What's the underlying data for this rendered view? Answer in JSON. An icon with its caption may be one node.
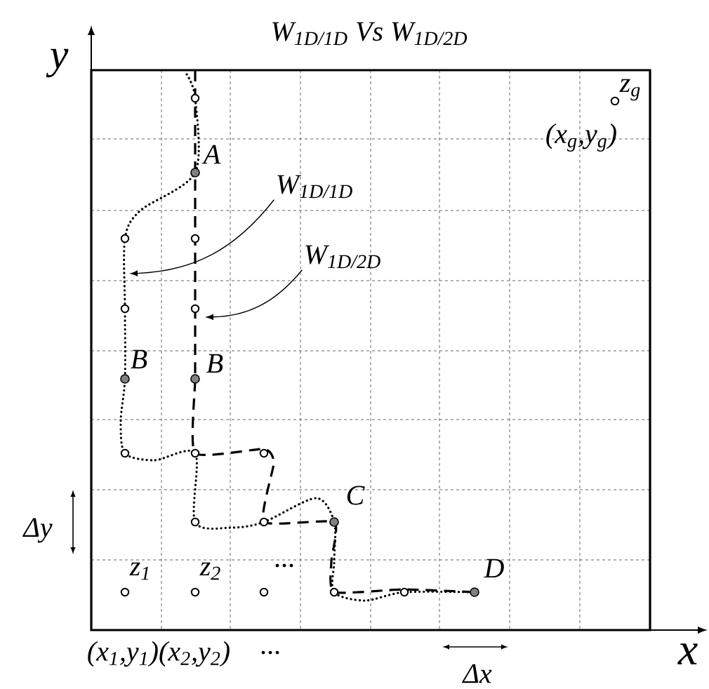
{
  "diagram": {
    "title": "W$_{1D/1D}$ Vs W$_{1D/2D}$",
    "nodes": [
      {
        "text": [
          "W$_{1D/1D}$"
        ]
      },
      {
        "text": [
          "W$_{1D/2D}$"
        ]
      }
    ],
    "edges": [
      {
        "from": 0,
        "to": null,
        "arrow": "to"
      },
      {
        "from": 1,
        "to": null,
        "arrow": "to"
      }
    ],
    "labels": [
      "y",
      "z$_{g}$",
      "A",
      "(x$_{g}$,y$_{g}$)",
      "B",
      "B",
      "C",
      "Δy",
      "z$_{1}$",
      "z$_{2}$",
      "...",
      "D",
      "(x$_{1}$,y$_{1}$)(x$_{2}$,y$_{2}$)",
      "...",
      "x",
      "Δx"
    ]
  }
}
